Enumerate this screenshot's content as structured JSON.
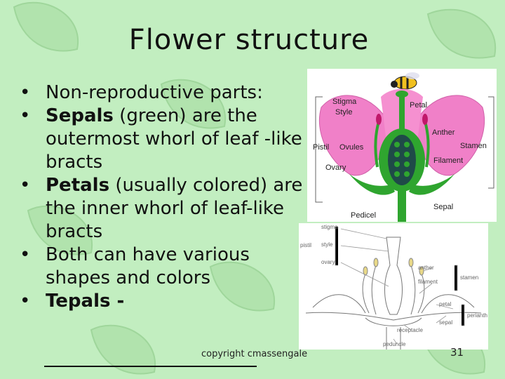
{
  "slide": {
    "title": "Flower structure",
    "bullets": [
      {
        "bold": "",
        "text": "Non-reproductive parts:"
      },
      {
        "bold": "Sepals",
        "text": " (green) are the outermost whorl of leaf -like bracts"
      },
      {
        "bold": "Petals",
        "text": " (usually colored) are the inner whorl of leaf-like bracts"
      },
      {
        "bold": "",
        "text": "Both can have various shapes and colors"
      },
      {
        "bold": "Tepals -",
        "text": ""
      }
    ],
    "copyright": "copyright cmassengale",
    "page_number": "31"
  },
  "diagram1": {
    "labels": {
      "stigma": "Stigma",
      "style": "Style",
      "petal": "Petal",
      "anther": "Anther",
      "stamen": "Stamen",
      "pistil": "Pistil",
      "ovules": "Ovules",
      "ovary": "Ovary",
      "filament": "Filament",
      "pedicel": "Pedicel",
      "sepal": "Sepal"
    }
  },
  "diagram2": {
    "labels": {
      "stigma": "stigma",
      "style": "style",
      "ovary": "ovary",
      "pistil": "pistil",
      "anther": "anther",
      "stamen": "stamen",
      "filament": "filament",
      "petal": "petal",
      "perianth": "perianth",
      "sepal": "sepal",
      "receptacle": "receptacle",
      "peduncle": "peduncle"
    }
  },
  "colors": {
    "background": "#c2eec0",
    "leaf": "#aee0aa",
    "petal_pink": "#f080c8",
    "stem_green": "#2fa52f",
    "ovule_dark": "#1f4a48"
  }
}
